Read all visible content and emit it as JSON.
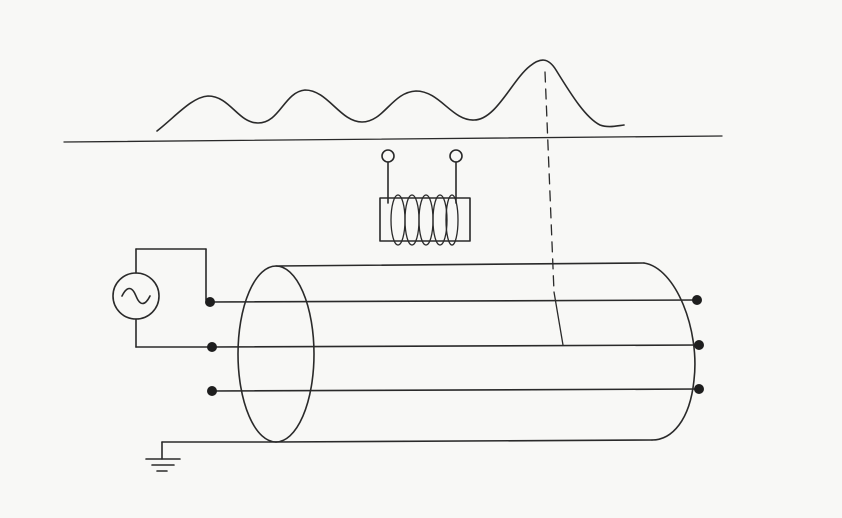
{
  "figure": {
    "kind": "cable fault location diagram",
    "background_color": "#f8f8f6",
    "ink_color": "#2a2a2a",
    "components": [
      "signal-waveform",
      "ground-surface-line",
      "pickup-coil",
      "ac-signal-source",
      "cable-cylinder",
      "three-conductors",
      "fault-marker",
      "ground-symbol"
    ],
    "source_symbol_glyph": "~"
  }
}
